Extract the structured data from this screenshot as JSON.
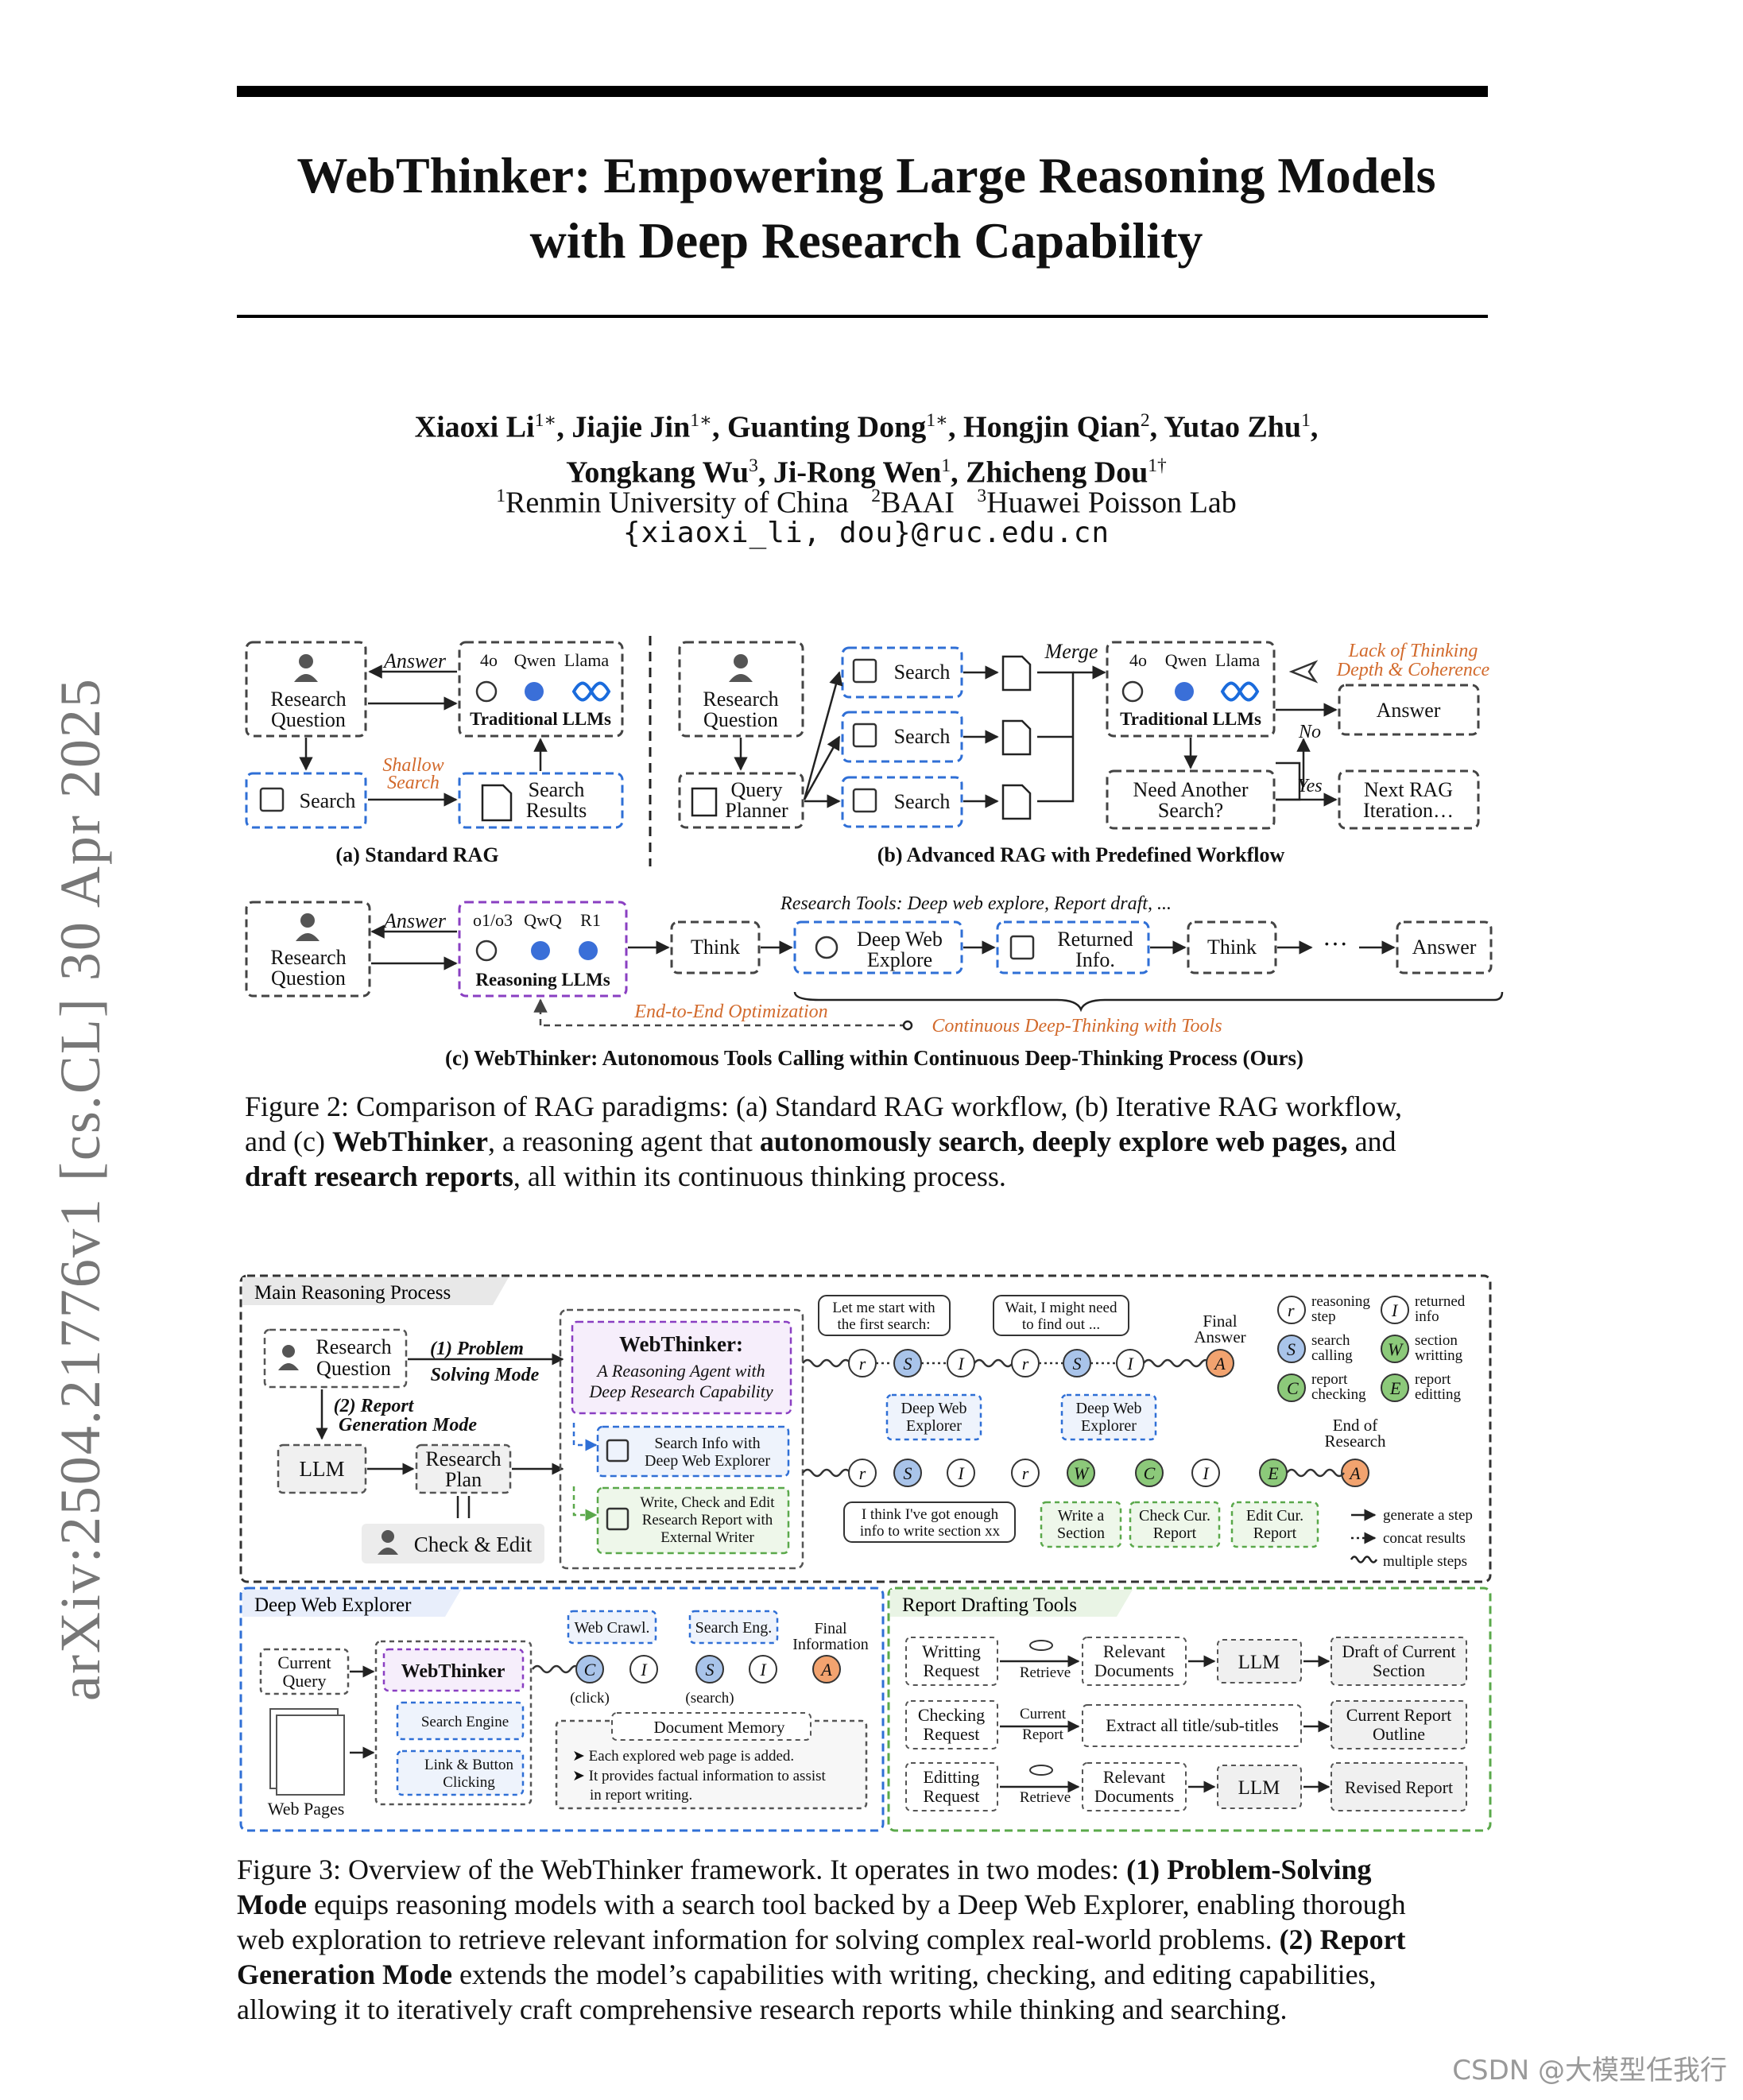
{
  "arxiv_id": "arXiv:2504.21776v1  [cs.CL]  30 Apr 2025",
  "title_line1": "WebThinker: Empowering Large Reasoning Models",
  "title_line2": "with Deep Research Capability",
  "authors": [
    {
      "name": "Xiaoxi Li",
      "sup": "1∗"
    },
    {
      "name": "Jiajie Jin",
      "sup": "1∗"
    },
    {
      "name": "Guanting Dong",
      "sup": "1∗"
    },
    {
      "name": "Hongjin Qian",
      "sup": "2"
    },
    {
      "name": "Yutao Zhu",
      "sup": "1"
    },
    {
      "name": "Yongkang Wu",
      "sup": "3"
    },
    {
      "name": "Ji-Rong Wen",
      "sup": "1"
    },
    {
      "name": "Zhicheng Dou",
      "sup": "1†"
    }
  ],
  "affiliations": [
    {
      "sup": "1",
      "name": "Renmin University of China"
    },
    {
      "sup": "2",
      "name": "BAAI"
    },
    {
      "sup": "3",
      "name": "Huawei Poisson Lab"
    }
  ],
  "email": "{xiaoxi_li, dou}@ruc.edu.cn",
  "figure2": {
    "a": {
      "research_question": [
        "Research",
        "Question"
      ],
      "answer": "Answer",
      "llm_names": [
        "4o",
        "Qwen",
        "Llama"
      ],
      "traditional_llms": "Traditional LLMs",
      "shallow_search": [
        "Shallow",
        "Search"
      ],
      "search": "Search",
      "search_results": [
        "Search",
        "Results"
      ],
      "caption": "(a) Standard RAG"
    },
    "b": {
      "research_question": [
        "Research",
        "Question"
      ],
      "query_planner": [
        "Query",
        "Planner"
      ],
      "search": "Search",
      "merge": "Merge",
      "llm_names": [
        "4o",
        "Qwen",
        "Llama"
      ],
      "traditional_llms": "Traditional LLMs",
      "lack": [
        "Lack of Thinking",
        "Depth & Coherence"
      ],
      "answer": "Answer",
      "no": "No",
      "yes": "Yes",
      "need_another": [
        "Need Another",
        "Search?"
      ],
      "next_rag": [
        "Next RAG",
        "Iteration…"
      ],
      "caption": "(b) Advanced RAG with Predefined Workflow"
    },
    "c": {
      "research_question": [
        "Research",
        "Question"
      ],
      "answer_top": "Answer",
      "llm_names": [
        "o1/o3",
        "QwQ",
        "R1"
      ],
      "reasoning_llms": "Reasoning LLMs",
      "tools_label": "Research Tools: Deep web explore, Report draft, ...",
      "think": "Think",
      "deep_web": [
        "Deep Web",
        "Explore"
      ],
      "returned": [
        "Returned",
        "Info."
      ],
      "ellipsis": "···",
      "answer": "Answer",
      "e2e": "End-to-End Optimization",
      "continuous": "Continuous Deep-Thinking with Tools",
      "caption": "(c) WebThinker: Autonomous Tools Calling within Continuous Deep-Thinking Process (Ours)"
    },
    "caption": {
      "label": "Figure 2:",
      "p1": " Comparison of RAG paradigms: (a) Standard RAG workflow, (b) Iterative RAG workflow,",
      "p2": "and (c) ",
      "b1": "WebThinker",
      "p3": ", a reasoning agent that ",
      "b2": "autonomously search, deeply explore web pages,",
      "p4": " and",
      "b3": "draft research reports",
      "p5": ", all within its continuous thinking process."
    }
  },
  "figure3": {
    "main": {
      "tab": "Main Reasoning Process",
      "research_question": [
        "Research",
        "Question"
      ],
      "mode1": [
        "(1) Problem",
        "Solving Mode"
      ],
      "mode2": [
        "(2) Report",
        "Generation Mode"
      ],
      "llm": "LLM",
      "research_plan": [
        "Research",
        "Plan"
      ],
      "check_edit": "Check & Edit",
      "webthinker_title": "WebThinker:",
      "webthinker_desc": [
        "A Reasoning Agent with",
        "Deep Research Capability"
      ],
      "search_info": [
        "Search Info with",
        "Deep Web Explorer"
      ],
      "write_check": [
        "Write, Check and Edit",
        "Research Report with",
        "External Writer"
      ],
      "bubble1": [
        "Let me start with",
        "the first search:"
      ],
      "bubble2": [
        "Wait, I might need",
        "to find out ..."
      ],
      "bubble3": [
        "I think I've got enough",
        "info to write section xx"
      ],
      "final_answer": [
        "Final",
        "Answer"
      ],
      "end_research": [
        "End of",
        "Research"
      ],
      "deep_web_explorer": [
        "Deep Web",
        "Explorer"
      ],
      "write_section": [
        "Write a",
        "Section"
      ],
      "check_report": [
        "Check Cur.",
        "Report"
      ],
      "edit_report": [
        "Edit Cur.",
        "Report"
      ],
      "legend": [
        {
          "letter": "r",
          "label": [
            "reasoning",
            "step"
          ],
          "color": "#ffffff"
        },
        {
          "letter": "I",
          "label": [
            "returned",
            "info"
          ],
          "color": "#ffffff"
        },
        {
          "letter": "S",
          "label": [
            "search",
            "calling"
          ],
          "color": "#a9c4ea"
        },
        {
          "letter": "W",
          "label": [
            "section",
            "writting"
          ],
          "color": "#8cc97a"
        },
        {
          "letter": "C",
          "label": [
            "report",
            "checking"
          ],
          "color": "#8cc97a"
        },
        {
          "letter": "E",
          "label": [
            "report",
            "editting"
          ],
          "color": "#8cc97a"
        }
      ],
      "arrow_legend": [
        "generate a step",
        "concat results",
        "multiple steps"
      ]
    },
    "explorer": {
      "tab": "Deep Web Explorer",
      "current_query": [
        "Current",
        "Query"
      ],
      "web_pages": "Web Pages",
      "webthinker": "WebThinker",
      "search_engine": "Search Engine",
      "link_click": [
        "Link & Button",
        "Clicking"
      ],
      "web_crawl": "Web Crawl.",
      "search_eng": "Search Eng.",
      "final_info": [
        "Final",
        "Information"
      ],
      "click": "(click)",
      "search": "(search)",
      "doc_memory": "Document Memory",
      "memory_notes": [
        "Each explored web page is added.",
        "It provides factual information to assist",
        "in report writing."
      ]
    },
    "report": {
      "tab": "Report Drafting Tools",
      "rows": [
        {
          "req": [
            "Writting",
            "Request"
          ],
          "mid": "Retrieve",
          "doc": [
            "Relevant",
            "Documents"
          ],
          "proc": "LLM",
          "out": [
            "Draft of Current",
            "Section"
          ]
        },
        {
          "req": [
            "Checking",
            "Request"
          ],
          "mid": "Current Report",
          "doc": [
            "Extract all title/sub-titles"
          ],
          "proc": "",
          "out": [
            "Current Report",
            "Outline"
          ]
        },
        {
          "req": [
            "Editting",
            "Request"
          ],
          "mid": "Retrieve",
          "doc": [
            "Relevant",
            "Documents"
          ],
          "proc": "LLM",
          "out": [
            "Revised Report"
          ]
        }
      ]
    },
    "caption": {
      "label": "Figure 3:",
      "p1": " Overview of the WebThinker framework. It operates in two modes: ",
      "b1": "(1) Problem-Solving",
      "b1b": "Mode",
      "p2": " equips reasoning models with a search tool backed by a Deep Web Explorer, enabling thorough",
      "p3": "web exploration to retrieve relevant information for solving complex real-world problems. ",
      "b2": "(2) Report",
      "b2b": "Generation Mode",
      "p4": " extends the model’s capabilities with writing, checking, and editing capabilities,",
      "p5": "allowing it to iteratively craft comprehensive research reports while thinking and searching."
    }
  },
  "watermark": "CSDN @大模型任我行",
  "colors": {
    "orange": "#d26a2c",
    "blue": "#2f6fd6",
    "purple": "#8a3fc2",
    "green": "#5aa84a",
    "gray": "#555555"
  }
}
